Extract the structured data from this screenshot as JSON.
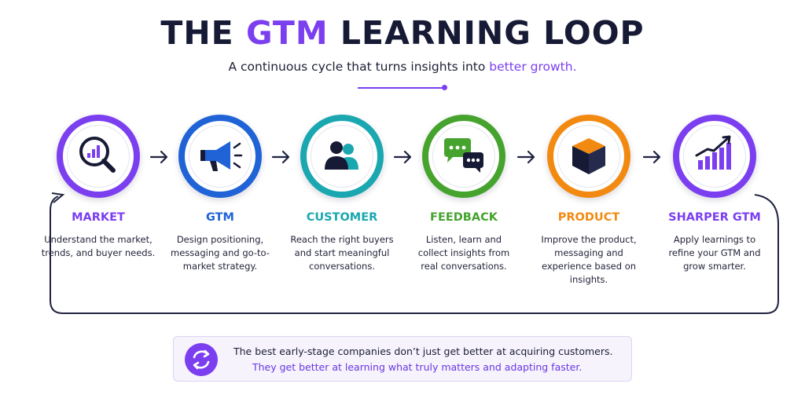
{
  "header": {
    "title_prefix": "THE ",
    "title_accent": "GTM",
    "title_suffix": " LEARNING LOOP",
    "subtitle_prefix": "A continuous cycle that turns insights into ",
    "subtitle_accent": "better growth."
  },
  "steps": [
    {
      "label": "MARKET",
      "icon": "magnifier-chart-icon",
      "color": "#7b3ff0",
      "desc": "Understand the market, trends, and buyer needs."
    },
    {
      "label": "GTM",
      "icon": "megaphone-icon",
      "color": "#1f63d6",
      "desc": "Design positioning, messaging and go-to-market strategy."
    },
    {
      "label": "CUSTOMER",
      "icon": "people-icon",
      "color": "#1aa7b0",
      "desc": "Reach the right buyers and start meaningful conversations."
    },
    {
      "label": "FEEDBACK",
      "icon": "chat-bubbles-icon",
      "color": "#45a32e",
      "desc": "Listen, learn and collect insights from real conversations."
    },
    {
      "label": "PRODUCT",
      "icon": "box-icon",
      "color": "#f28a12",
      "desc": "Improve the product, messaging and experience based on insights."
    },
    {
      "label": "SHARPER GTM",
      "icon": "growth-chart-icon",
      "color": "#7b3ff0",
      "desc": "Apply learnings to refine your GTM and grow smarter."
    }
  ],
  "callout": {
    "icon": "refresh-cycle-icon",
    "line1": "The best early-stage companies don’t just get better at acquiring customers.",
    "line2": "They get better at learning what truly matters and adapting faster."
  },
  "colors": {
    "accent": "#7b3ff0",
    "dark": "#171a35"
  }
}
